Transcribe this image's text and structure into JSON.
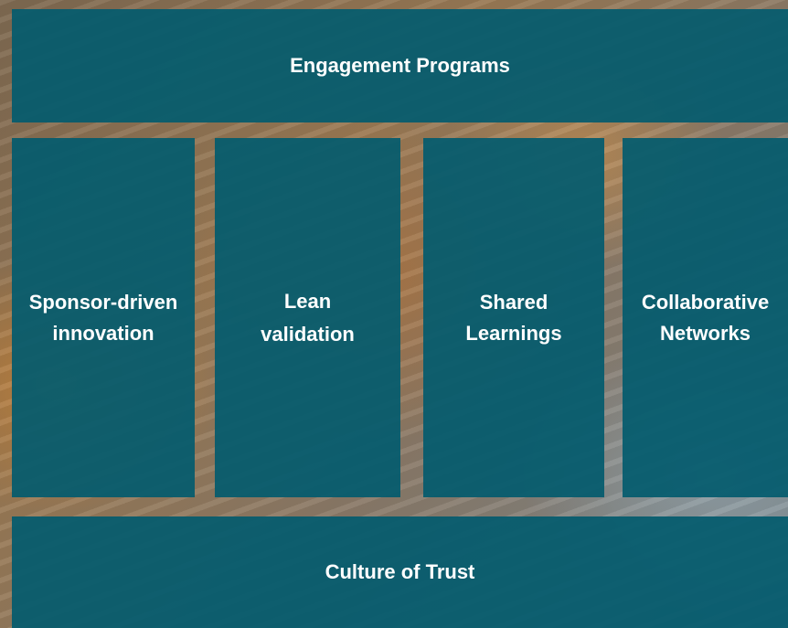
{
  "diagram": {
    "top_bar": {
      "label": "Engagement Programs"
    },
    "pillars": [
      {
        "line1": "Sponsor-driven",
        "line2": "innovation"
      },
      {
        "line1": "Lean",
        "line2": "validation"
      },
      {
        "line1": "Shared",
        "line2": "Learnings"
      },
      {
        "line1": "Collaborative",
        "line2": "Networks"
      }
    ],
    "bottom_bar": {
      "label": "Culture of Trust"
    }
  },
  "colors": {
    "panel": "#045b6e",
    "text": "#ffffff"
  }
}
